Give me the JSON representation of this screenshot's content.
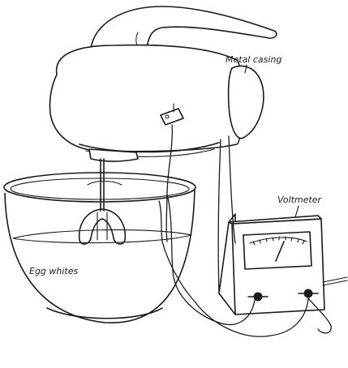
{
  "labels": {
    "metal_casing": "Metal casing",
    "voltmeter": "Voltmeter",
    "egg_whites": "Egg whites"
  }
}
